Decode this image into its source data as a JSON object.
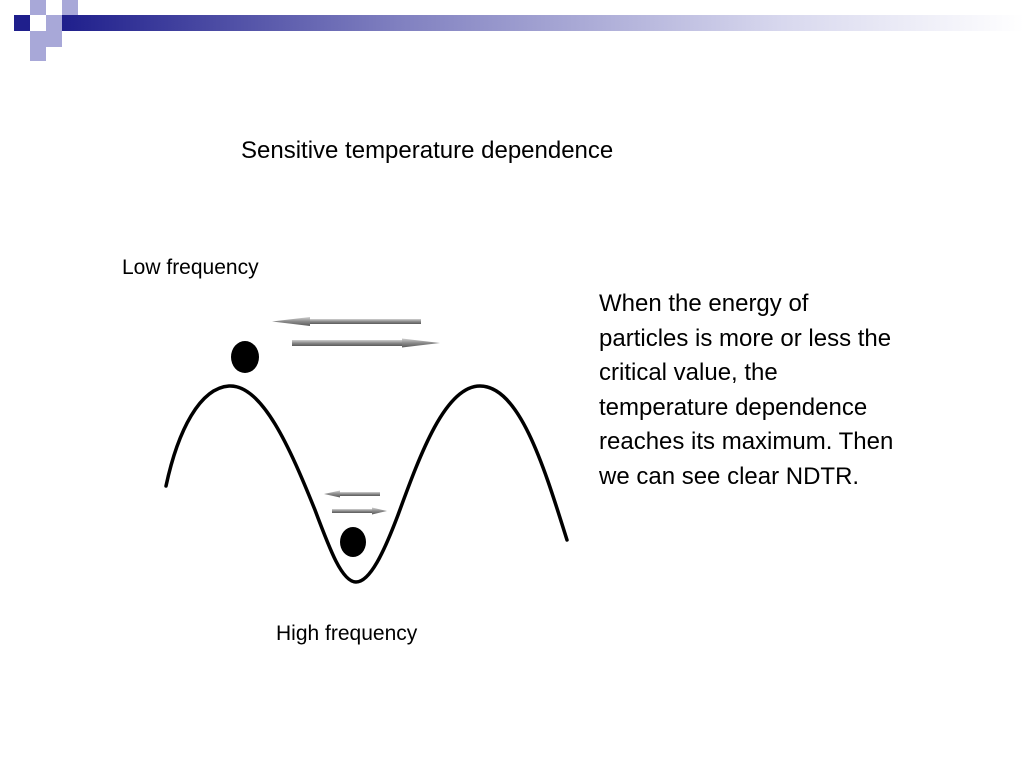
{
  "slide": {
    "title": "Sensitive temperature dependence",
    "label_low_frequency": "Low frequency",
    "label_high_frequency": "High frequency",
    "description": "When the energy of\nparticles is more or less the\ncritical value, the\ntemperature dependence\nreaches its maximum. Then\nwe can see clear NDTR."
  },
  "colors": {
    "header_navy": "#1f1f8c",
    "header_lavender": "#a8a8d8",
    "header_gradient_end": "#ffffff",
    "ink": "#000000",
    "arrow_gray": "#8a8a8a"
  }
}
